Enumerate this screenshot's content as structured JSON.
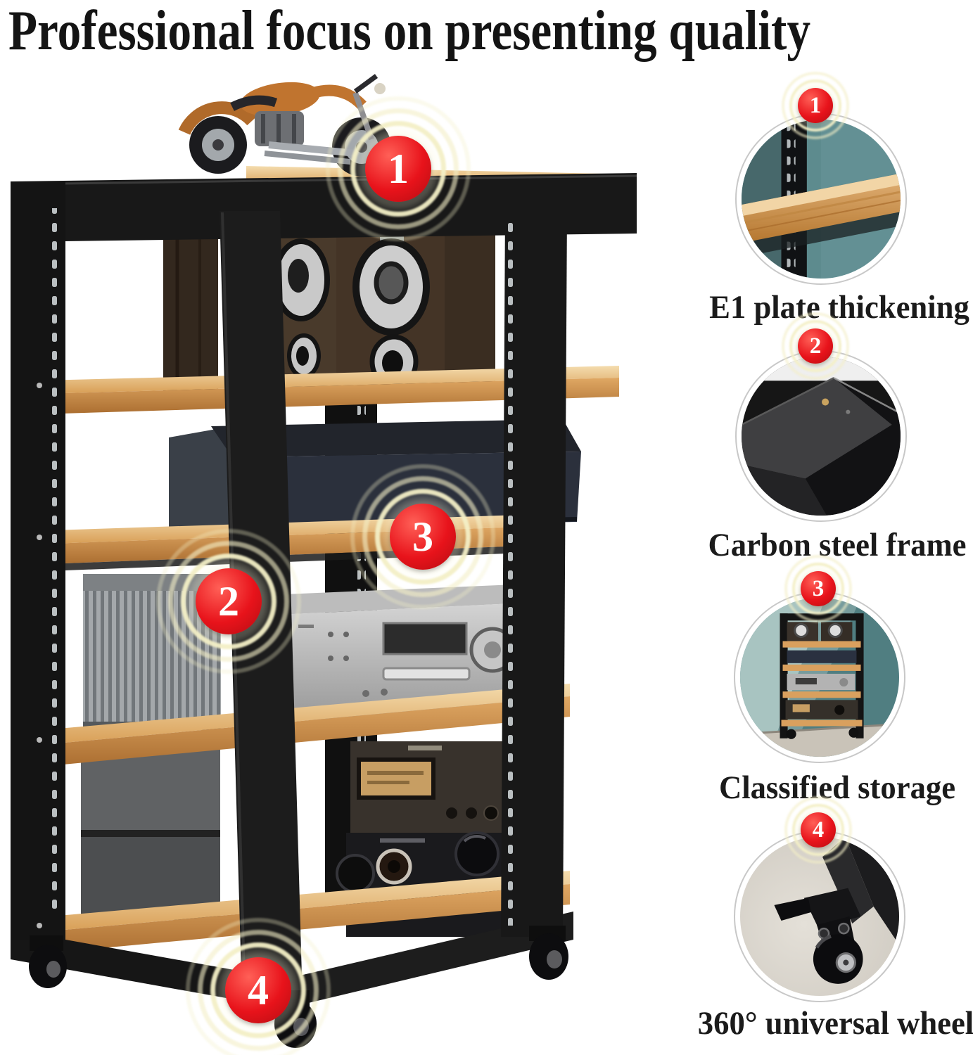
{
  "title": "Professional focus on presenting quality",
  "markers": [
    {
      "number": "1"
    },
    {
      "number": "2"
    },
    {
      "number": "3"
    },
    {
      "number": "4"
    }
  ],
  "features": [
    {
      "number": "1",
      "label": "E1 plate thickening"
    },
    {
      "number": "2",
      "label": "Carbon steel frame"
    },
    {
      "number": "3",
      "label": "Classified storage"
    },
    {
      "number": "4",
      "label": "360° universal wheel"
    }
  ],
  "colors": {
    "badge_red": "#e8131b",
    "glow_yellow": "#f3efc6",
    "wood": "#c98f4e",
    "wood_light": "#f0d3a4",
    "frame_black": "#181818",
    "teal_wall": "#5d8b8e",
    "floor_beige": "#d8d3cb",
    "silver": "#b9b9b9"
  }
}
